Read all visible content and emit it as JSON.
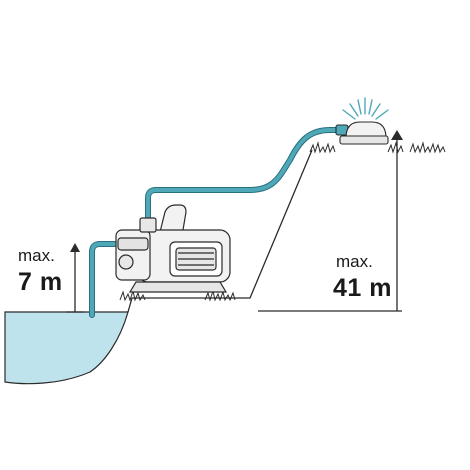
{
  "colors": {
    "water": "#bfe3ec",
    "hose": "#4fa8b8",
    "hose_outline": "#2a6f7d",
    "line": "#2b2b2b",
    "pump_fill": "#f2f2f2"
  },
  "suction_label": {
    "prefix": "max.",
    "value": "7 m"
  },
  "delivery_label": {
    "prefix": "max.",
    "value": "41 m"
  },
  "icons": {
    "pump": "garden-pump-icon",
    "sprinkler": "sprinkler-icon",
    "arrow": "up-arrow-icon"
  }
}
